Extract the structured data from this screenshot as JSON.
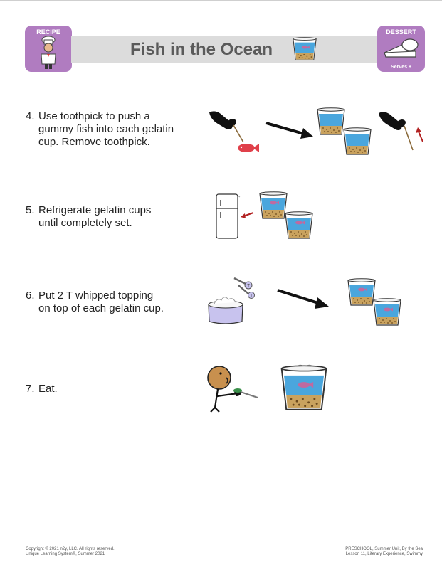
{
  "header": {
    "recipe_badge": "RECIPE",
    "title": "Fish in the Ocean",
    "dessert_badge": "DESSERT",
    "serves": "Serves 8"
  },
  "steps": [
    {
      "number": "4.",
      "lines": [
        "Use toothpick to push a",
        "gummy fish into each gelatin",
        "cup.  Remove toothpick."
      ]
    },
    {
      "number": "5.",
      "lines": [
        "Refrigerate gelatin cups",
        "until completely set."
      ]
    },
    {
      "number": "6.",
      "lines": [
        "Put 2 T whipped topping",
        "on top of each gelatin cup."
      ]
    },
    {
      "number": "7.",
      "lines": [
        "Eat."
      ]
    }
  ],
  "icons": {
    "colors": {
      "badge": "#b07cc0",
      "water": "#4aa6dd",
      "fish": "#e0404a",
      "arrow_red": "#b22222"
    },
    "names": [
      "chef-icon",
      "gelatin-cup-icon",
      "pie-slice-icon",
      "hand-toothpick-icon",
      "gummy-fish-icon",
      "refrigerator-icon",
      "whipped-topping-bowl-icon",
      "measuring-spoons-icon",
      "eating-person-icon"
    ]
  },
  "footer": {
    "left_line1": "Copyright © 2021 n2y, LLC. All rights reserved.",
    "left_line2": "Unique Learning System®, Summer 2021",
    "right_line1": "PRESCHOOL, Summer Unit, By the Sea",
    "right_line2": "Lesson 11, Literary Experience, Swimmy"
  }
}
